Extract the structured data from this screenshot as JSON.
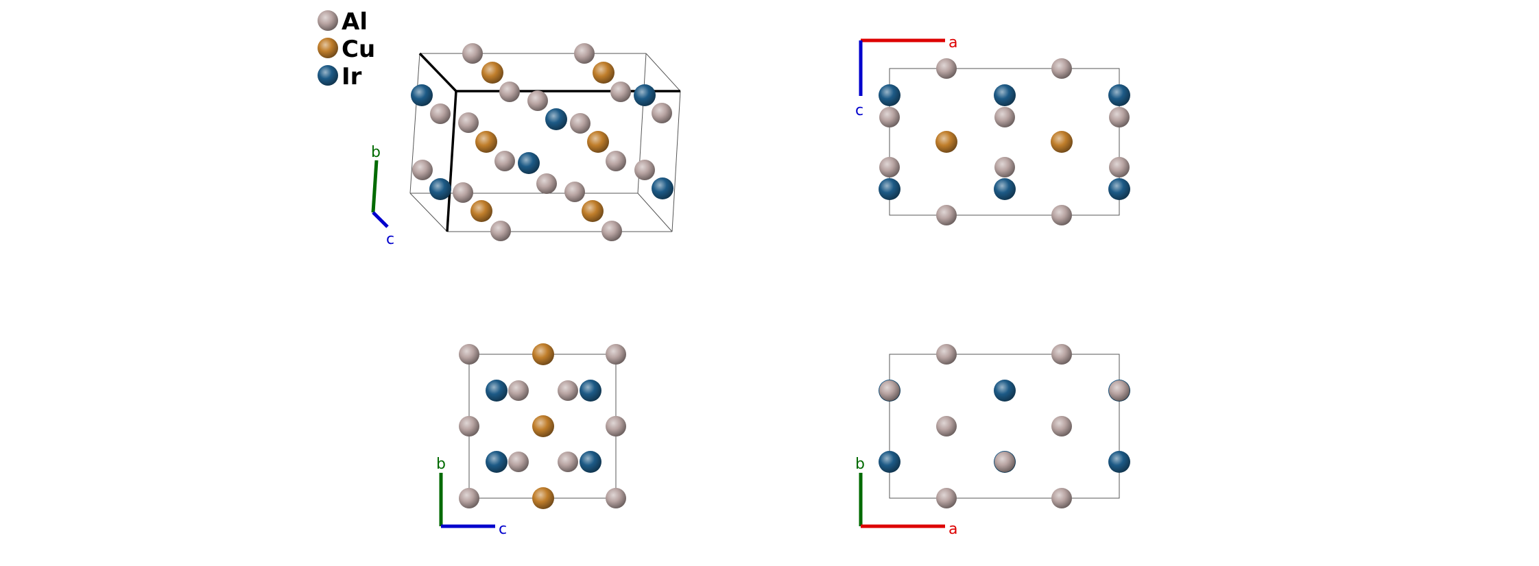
{
  "legend": [
    {
      "symbol": "Al",
      "color": "#b8a4a2"
    },
    {
      "symbol": "Cu",
      "color": "#c07e2b"
    },
    {
      "symbol": "Ir",
      "color": "#1d5a86"
    }
  ],
  "axis_colors": {
    "a": "#dd0000",
    "b": "#006a00",
    "c": "#0000cc"
  },
  "panels": {
    "perspective": {
      "axes": [
        "b",
        "c"
      ]
    },
    "top_right": {
      "axes": [
        "a",
        "c"
      ]
    },
    "bottom_left": {
      "axes": [
        "b",
        "c"
      ]
    },
    "bottom_right": {
      "axes": [
        "b",
        "a"
      ]
    }
  }
}
